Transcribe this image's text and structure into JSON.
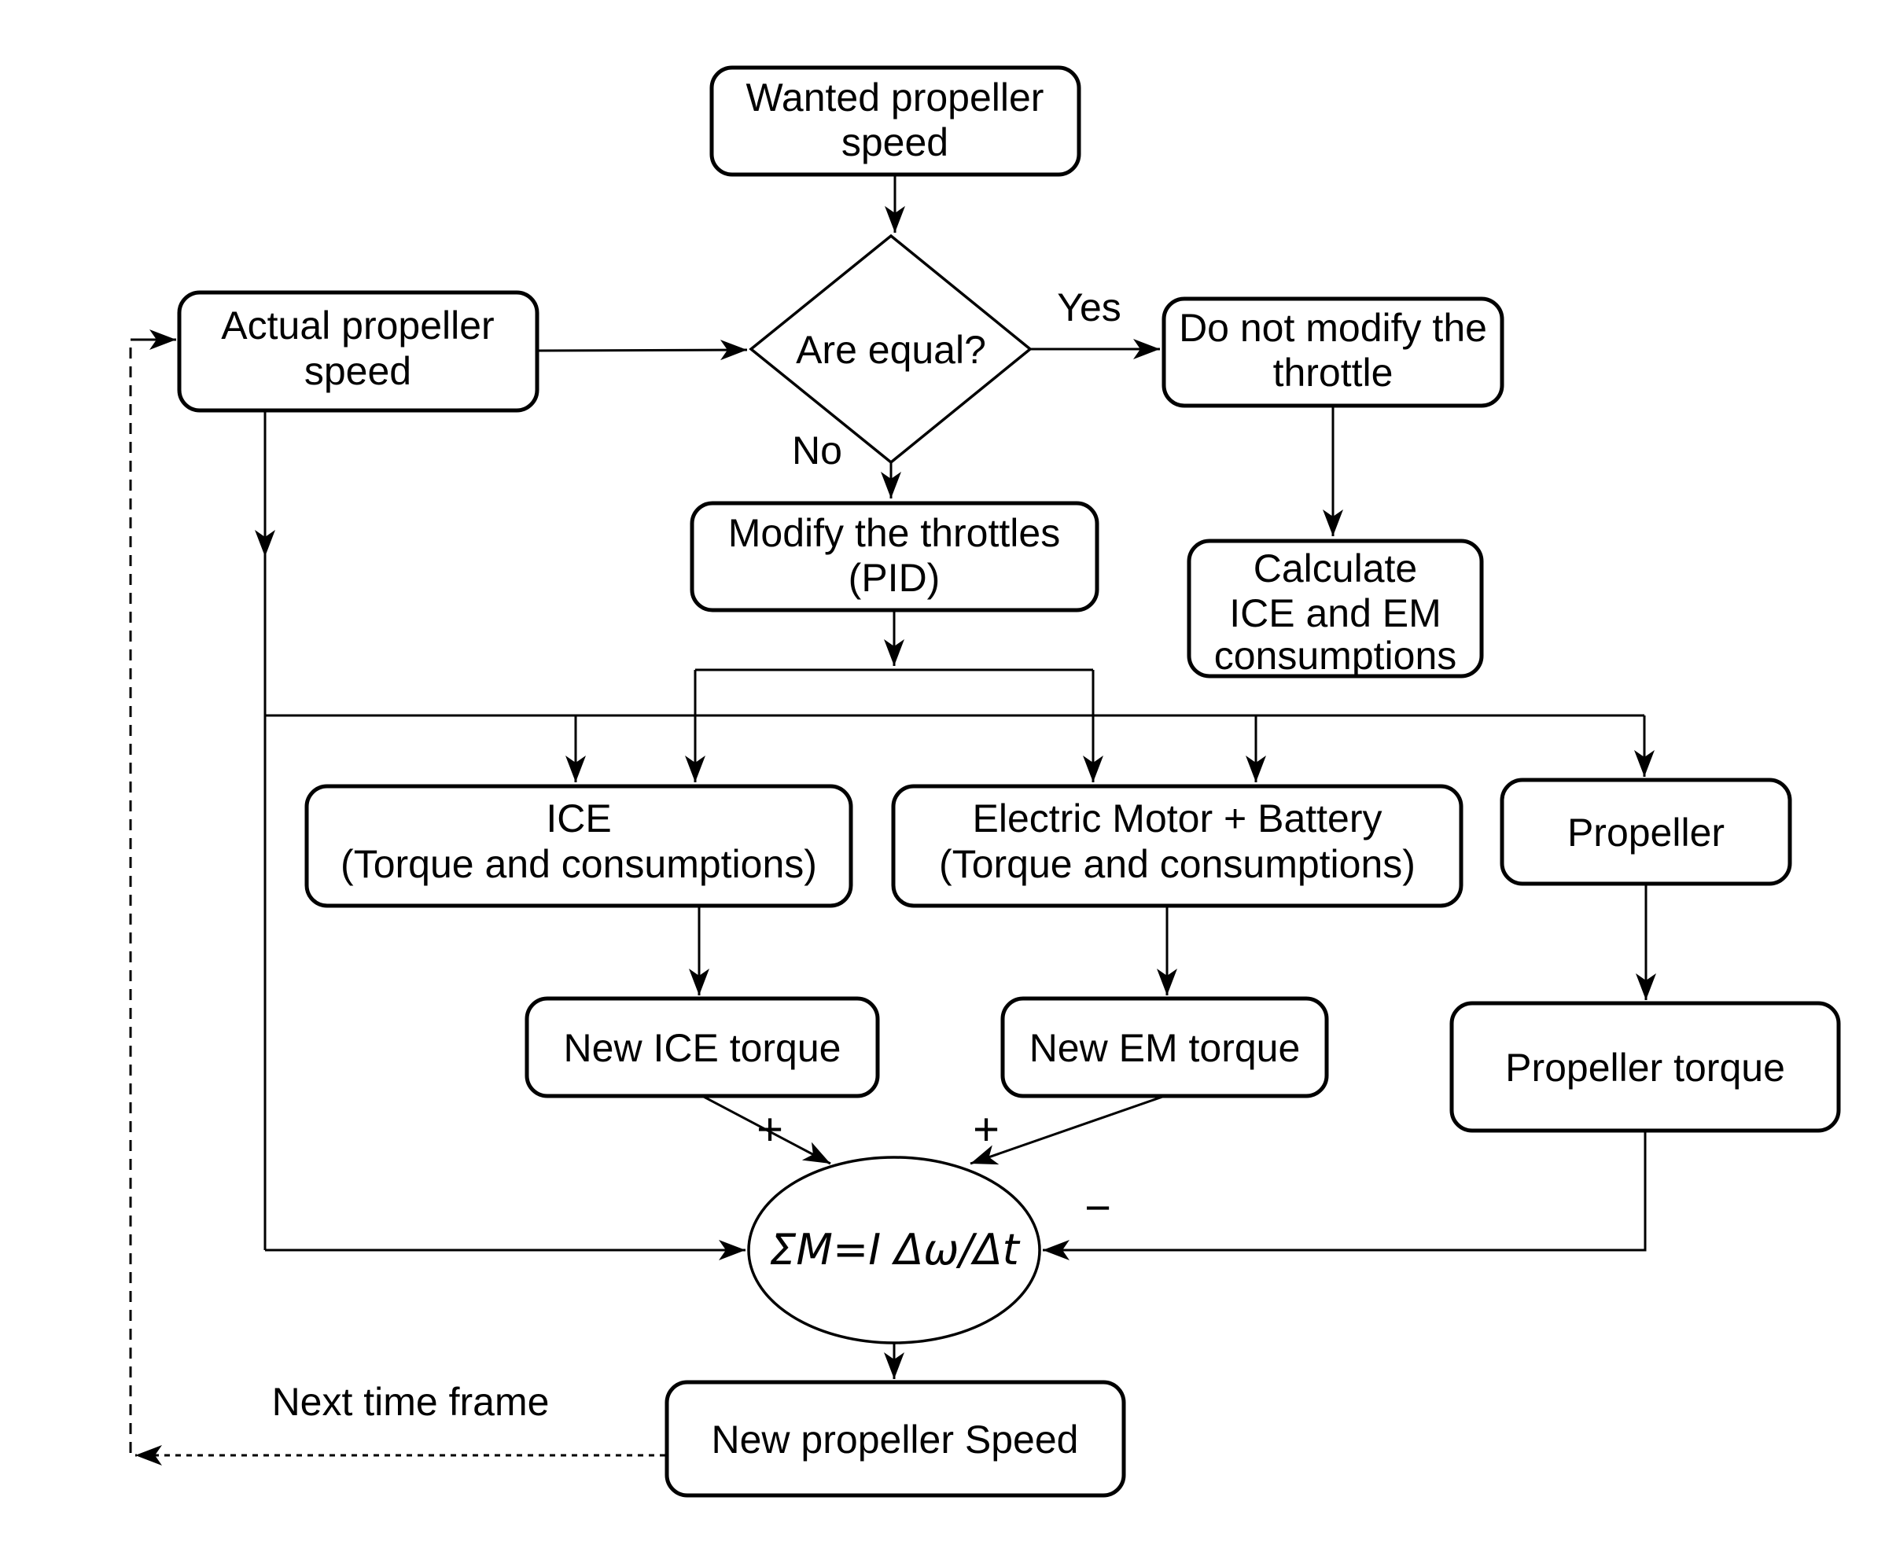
{
  "colors": {
    "ink": "#000000",
    "background": "#ffffff"
  },
  "diagram": {
    "type": "flowchart",
    "nodes": {
      "wanted": {
        "label": "Wanted propeller speed",
        "lines": [
          "Wanted propeller",
          "speed"
        ]
      },
      "actual": {
        "label": "Actual propeller speed",
        "lines": [
          "Actual propeller",
          "speed"
        ]
      },
      "decision": {
        "label": "Are equal?"
      },
      "do_not_modify": {
        "label": "Do not modify the throttle",
        "lines": [
          "Do not modify the",
          "throttle"
        ]
      },
      "calculate": {
        "label": "Calculate ICE and EM consumptions",
        "lines": [
          "Calculate",
          "ICE and EM",
          "consumptions"
        ]
      },
      "modify": {
        "label": "Modify the throttles (PID)",
        "lines": [
          "Modify the throttles",
          "(PID)"
        ]
      },
      "ice": {
        "label": "ICE (Torque and consumptions)",
        "lines": [
          "ICE",
          "(Torque and consumptions)"
        ]
      },
      "em": {
        "label": "Electric Motor + Battery (Torque and consumptions)",
        "lines": [
          "Electric Motor + Battery",
          "(Torque and consumptions)"
        ]
      },
      "propeller": {
        "label": "Propeller"
      },
      "new_ice_torque": {
        "label": "New ICE torque"
      },
      "new_em_torque": {
        "label": "New EM torque"
      },
      "propeller_torque": {
        "label": "Propeller torque"
      },
      "sum_junction": {
        "label": "ΣM=I Δω/Δt"
      },
      "new_speed": {
        "label": "New propeller Speed"
      }
    },
    "edge_labels": {
      "yes": "Yes",
      "no": "No",
      "ice_torque_sign": "+",
      "em_torque_sign": "+",
      "propeller_torque_sign": "−",
      "feedback": "Next time frame"
    }
  }
}
